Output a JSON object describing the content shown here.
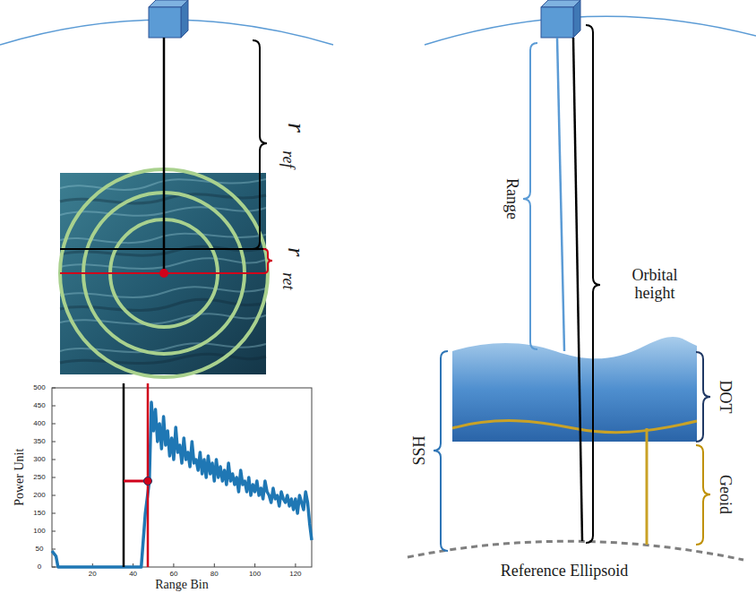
{
  "diagram": {
    "labels": [
      "r",
      "ref",
      "r",
      "ret",
      "0",
      "50",
      "100",
      "150",
      "200",
      "250",
      "300",
      "350",
      "400",
      "450",
      "500",
      "20",
      "40",
      "60",
      "80",
      "100",
      "120",
      "Power Unit",
      "Range Bin",
      "Range",
      "Orbital height",
      "DOT",
      "SSH",
      "Geoid",
      "Reference Ellipsoid"
    ]
  }
}
